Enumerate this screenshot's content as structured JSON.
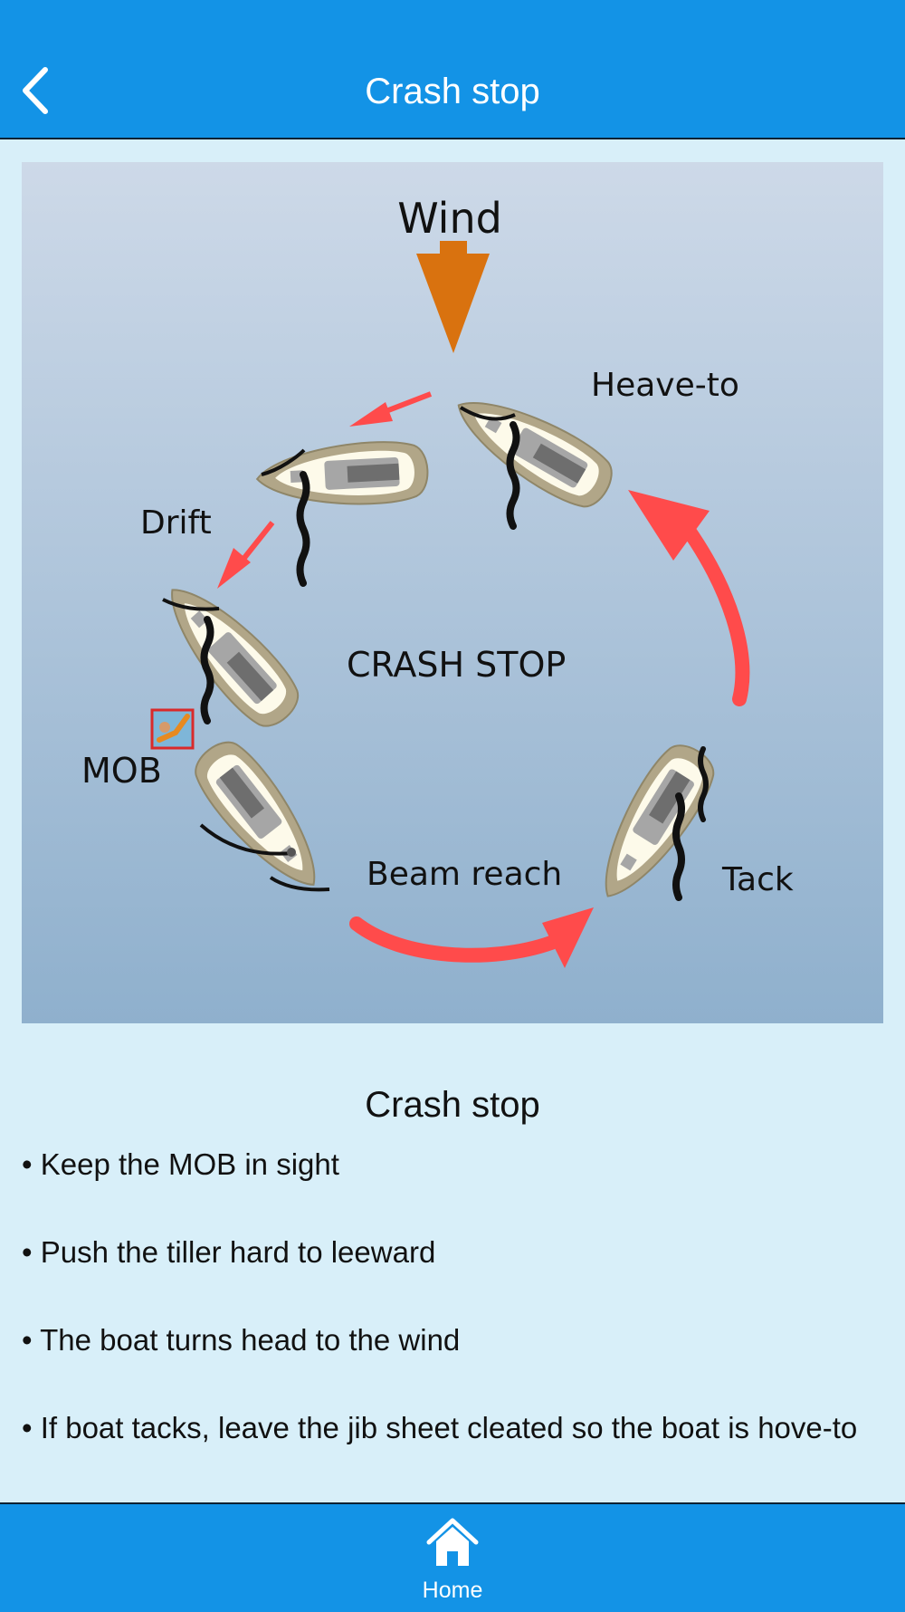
{
  "header": {
    "title": "Crash stop",
    "back_icon": "chevron-left-icon"
  },
  "diagram": {
    "labels": {
      "wind": "Wind",
      "heave_to": "Heave-to",
      "drift": "Drift",
      "center": "CRASH STOP",
      "mob": "MOB",
      "beam_reach": "Beam reach",
      "tack": "Tack"
    },
    "colors": {
      "sky_top": "#cdd9e8",
      "sky_bottom": "#8fb0cd",
      "wind_arrow": "#d9720f",
      "path_arrow": "#ff4b4b",
      "hull": "#b1a688",
      "deck": "#fdfaea"
    }
  },
  "content": {
    "title": "Crash stop",
    "bullets": [
      "• Keep the MOB in sight",
      "• Push the tiller hard to leeward",
      "• The boat turns head to the wind",
      "• If boat tacks, leave the jib sheet cleated so the boat is hove-to"
    ]
  },
  "footer": {
    "home_label": "Home",
    "home_icon": "home-icon"
  }
}
